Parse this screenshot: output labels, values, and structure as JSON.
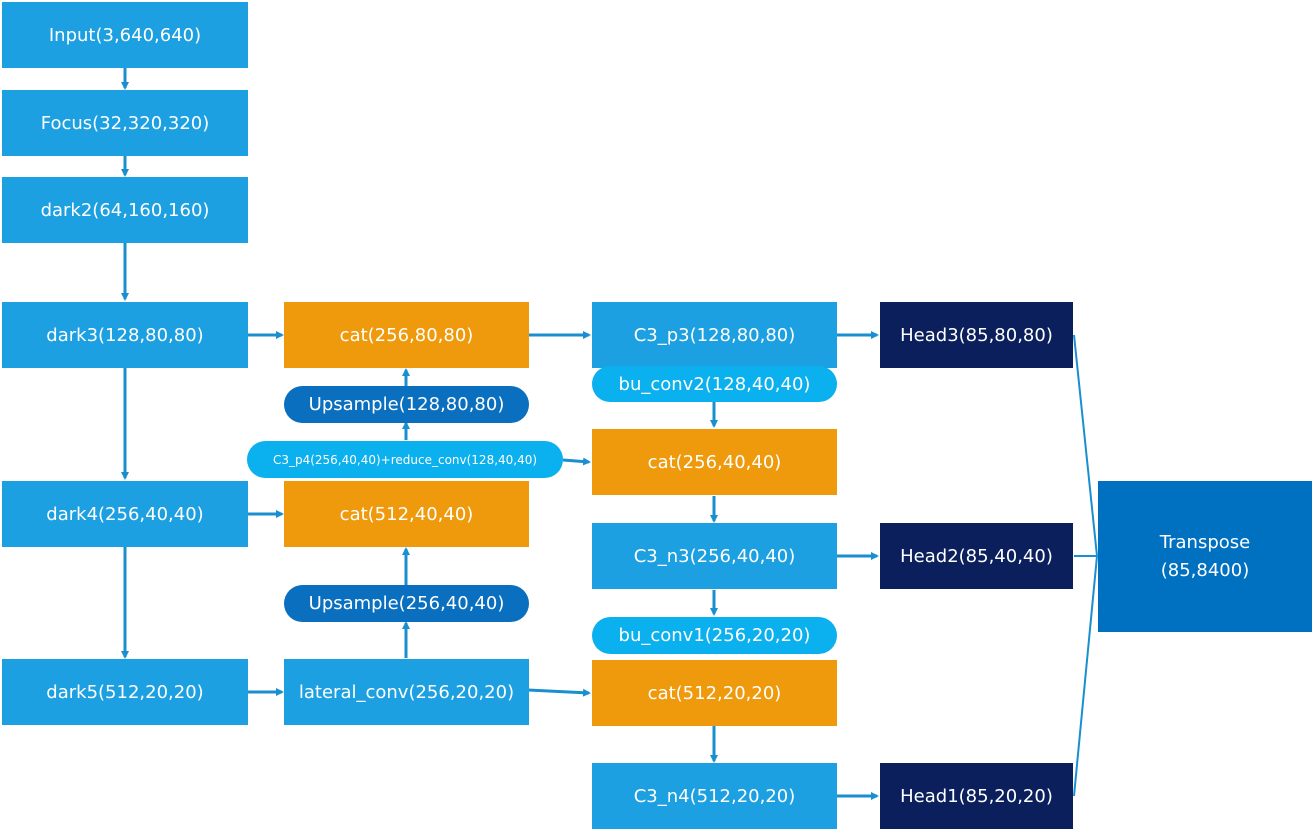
{
  "nodes": {
    "input": "Input(3,640,640)",
    "focus": "Focus(32,320,320)",
    "dark2": "dark2(64,160,160)",
    "dark3": "dark3(128,80,80)",
    "dark4": "dark4(256,40,40)",
    "dark5": "dark5(512,20,20)",
    "cat_p3": "cat(256,80,80)",
    "upsample_p3": "Upsample(128,80,80)",
    "c3p4_reduce": "C3_p4(256,40,40)+reduce_conv(128,40,40)",
    "cat_p4": "cat(512,40,40)",
    "upsample_p4": "Upsample(256,40,40)",
    "lateral_conv": "lateral_conv(256,20,20)",
    "c3_p3": "C3_p3(128,80,80)",
    "bu_conv2": "bu_conv2(128,40,40)",
    "cat_n3": "cat(256,40,40)",
    "c3_n3": "C3_n3(256,40,40)",
    "bu_conv1": "bu_conv1(256,20,20)",
    "cat_n4": "cat(512,20,20)",
    "c3_n4": "C3_n4(512,20,20)",
    "head3": "Head3(85,80,80)",
    "head2": "Head2(85,40,40)",
    "head1": "Head1(85,20,20)",
    "transpose_title": "Transpose",
    "transpose_shape": "(85,8400)"
  },
  "colors": {
    "backbone": "#1ca0e1",
    "concat": "#ef9a0c",
    "head": "#0a1f5c",
    "output": "#0070c0",
    "upsample": "#0a6fbf",
    "conv_pill": "#0bb0ee",
    "arrow": "#1a8fd0"
  }
}
